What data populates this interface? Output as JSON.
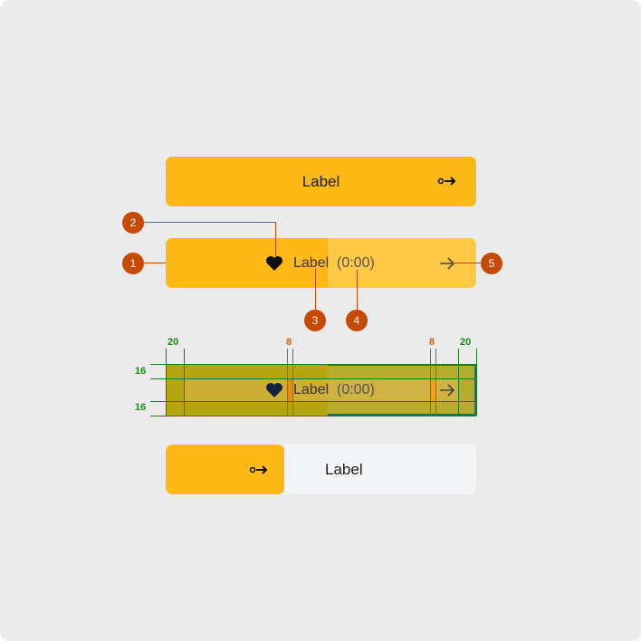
{
  "button_primary": {
    "label": "Label",
    "icon": "key-arrow-icon"
  },
  "button_progress": {
    "label": "Label",
    "timer": "(0:00)",
    "leading_icon": "heart-icon",
    "trailing_icon": "arrow-right-icon",
    "progress_percent": 52
  },
  "markers": [
    "1",
    "2",
    "3",
    "4",
    "5"
  ],
  "spec": {
    "padding_left": "20",
    "padding_right": "20",
    "gap_left": "8",
    "gap_right": "8",
    "padding_top": "16",
    "padding_bottom": "16",
    "label": "Label",
    "timer": "(0:00)"
  },
  "button_split": {
    "label": "Label",
    "icon": "key-arrow-icon"
  },
  "colors": {
    "accent": "#fdba17",
    "accent_light": "#ffc845",
    "marker": "#c44a06",
    "neutral": "#f3f4f6"
  }
}
